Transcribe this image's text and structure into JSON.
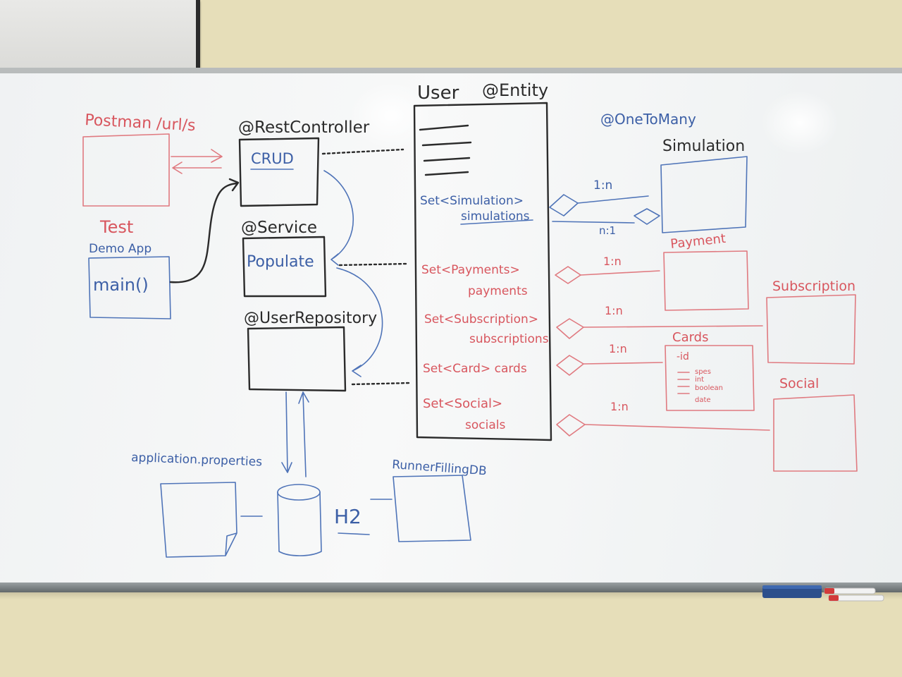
{
  "wall": {
    "postman": {
      "label": "Postman /url/s"
    },
    "test": {
      "label": "Test",
      "app": "Demo App",
      "method": "main()"
    },
    "controller": {
      "annotation": "@RestController",
      "label": "CRUD"
    },
    "service": {
      "annotation": "@Service",
      "label": "Populate"
    },
    "repository": {
      "annotation": "@UserRepository"
    },
    "properties": {
      "label": "application.properties"
    },
    "database": {
      "label": "H2"
    },
    "runner": {
      "label": "RunnerFillingDB"
    },
    "user": {
      "title": "User",
      "annotation": "@Entity",
      "fields": [
        {
          "type": "Set<Simulation>",
          "name": "simulations"
        },
        {
          "type": "Set<Payments>",
          "name": "payments"
        },
        {
          "type": "Set<Subscription>",
          "name": "subscriptions"
        },
        {
          "type": "Set<Card>",
          "name": "cards"
        },
        {
          "type": "Set<Social>",
          "name": "socials"
        }
      ]
    },
    "relation_note": "@OneToMany",
    "simulation": {
      "label": "Simulation",
      "rel_forward": "1:n",
      "rel_back": "n:1"
    },
    "payment": {
      "label": "Payment",
      "rel": "1:n"
    },
    "subscription": {
      "label": "Subscription",
      "rel": "1:n"
    },
    "cards": {
      "label": "Cards",
      "rel": "1:n",
      "fields": [
        "-id",
        "spes",
        "int",
        "boolean",
        "date"
      ]
    },
    "social": {
      "label": "Social",
      "rel": "1:n"
    }
  },
  "colors": {
    "black_marker": "#2b2b2b",
    "blue_marker": "#3c5fa6",
    "red_marker": "#d8565e",
    "board": "#f5f6f6",
    "wall": "#e6deb9"
  }
}
